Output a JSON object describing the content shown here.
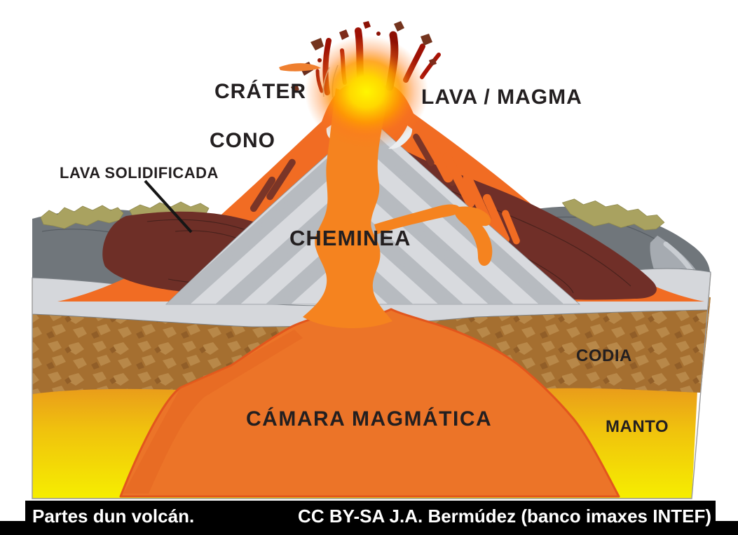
{
  "page": {
    "background": "#ffffff"
  },
  "diagram": {
    "title": "Partes dun volcán",
    "labels": {
      "crater": "CRÁTER",
      "lava_magma": "LAVA / MAGMA",
      "cono": "CONO",
      "lava_solidificada": "LAVA SOLIDIFICADA",
      "cheminea": "CHEMINEA",
      "codia": "CODIA",
      "manto": "MANTO",
      "camara_magmatica": "CÁMARA MAGMÁTICA"
    },
    "colors": {
      "label_text": "#231f20",
      "cone_orange": "#F16C23",
      "lava_conduit": "#F5831F",
      "solidified_lava": "#6E2F27",
      "terrain_gray": "#70767B",
      "vegetation_olive": "#A9A260",
      "cone_interior_light": "#D8DADE",
      "cone_interior_stripe": "#B3B7BD",
      "crust_band": "#D5D7DB",
      "codia_brown": "#A56F30",
      "pebble_brown": "#BB8C4D",
      "manto_top": "#E8921E",
      "manto_bottom": "#F6EE00",
      "chamber_orange": "#EC7428",
      "chamber_edge": "#E2561D",
      "glow_core": "#FFF600",
      "splash_red": "#9E1105",
      "fragment_brown": "#74341E"
    }
  },
  "footer": {
    "caption": "Partes dun volcán.",
    "credit": "CC BY-SA J.A. Bermúdez (banco imaxes INTEF)",
    "background": "#000000",
    "text_color": "#ffffff"
  }
}
